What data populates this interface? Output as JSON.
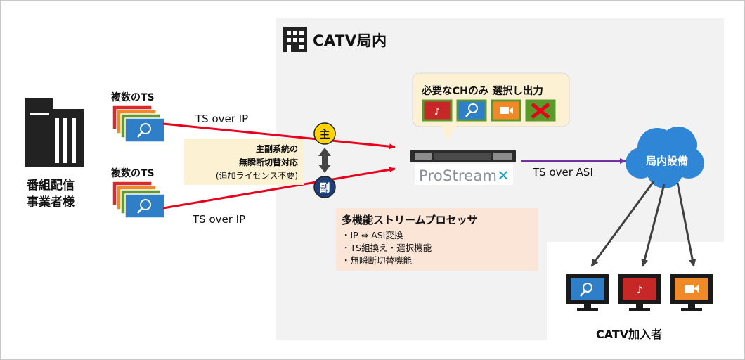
{
  "catv_office": {
    "title": "CATV局内"
  },
  "provider": {
    "line1": "番組配信",
    "line2": "事業者様"
  },
  "stream_top": {
    "label": "複数のTS",
    "link": "TS over IP"
  },
  "stream_bottom": {
    "label": "複数のTS",
    "link": "TS over IP"
  },
  "redundancy": {
    "primary": "主",
    "secondary": "副"
  },
  "redundancy_note": {
    "line1": "主副系統の",
    "line2": "無瞬断切替対応",
    "line3": "(追加ライセンス不要)"
  },
  "selection_callout": {
    "title": "必要なCHのみ 選択し出力"
  },
  "server": {
    "brand_main": "ProStream",
    "brand_mark": "✕"
  },
  "asi_link": {
    "label": "TS over ASI"
  },
  "facility": {
    "label": "局内設備"
  },
  "features": {
    "title": "多機能ストリームプロセッサ",
    "items": [
      "・IP ⇔ ASI変換",
      "・TS組換え・選択機能",
      "・無瞬断切替機能"
    ]
  },
  "subscribers": {
    "label": "CATV加入者"
  },
  "colors": {
    "red_arrow": "#e8001c",
    "purple_arrow": "#7030a0",
    "primary_badge": "#ffd400",
    "secondary_badge": "#1f3f78",
    "facility_cloud": "#2f86d6"
  },
  "icons": [
    "building-icon",
    "office-icon",
    "tennis-icon",
    "music-icon",
    "camera-icon",
    "blocked-icon",
    "server-icon",
    "cloud-icon",
    "tv-icon"
  ]
}
